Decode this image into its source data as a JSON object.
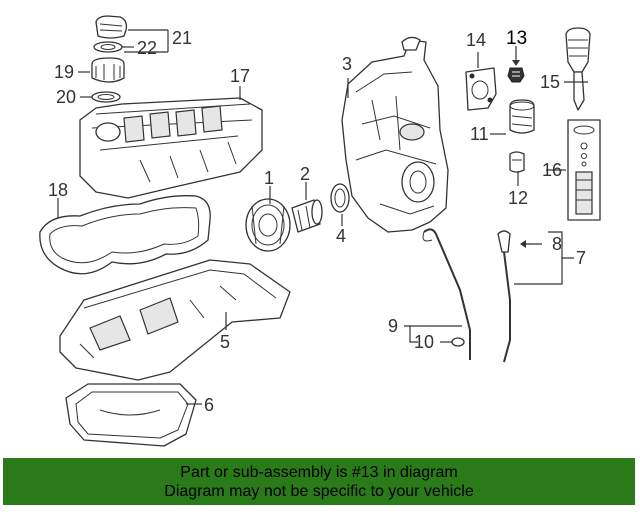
{
  "callouts": {
    "c1": "1",
    "c2": "2",
    "c3": "3",
    "c4": "4",
    "c5": "5",
    "c6": "6",
    "c7": "7",
    "c8": "8",
    "c9": "9",
    "c10": "10",
    "c11": "11",
    "c12": "12",
    "c13": "13",
    "c14": "14",
    "c15": "15",
    "c16": "16",
    "c17": "17",
    "c18": "18",
    "c19": "19",
    "c20": "20",
    "c21": "21",
    "c22": "22"
  },
  "highlight_part": "13",
  "banner": {
    "line1": "Part or sub-assembly is #13 in diagram",
    "line2": "Diagram may not be specific to your vehicle",
    "color": "#2a7a1a"
  }
}
